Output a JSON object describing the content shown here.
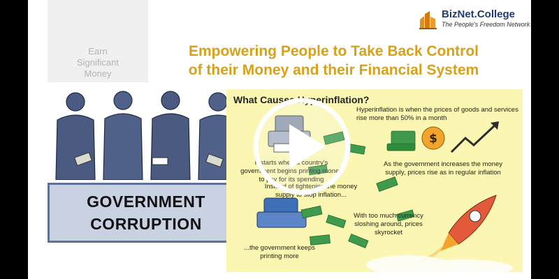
{
  "brand": {
    "name": "BizNet.College",
    "tagline": "The People's Freedom Network"
  },
  "side_tag": {
    "lines": [
      "Earn",
      "Significant",
      "Money"
    ]
  },
  "headline": {
    "line1": "Empowering People to Take Back Control",
    "line2": "of their Money and  their Financial System"
  },
  "gov_box": {
    "line1": "GOVERNMENT",
    "line2": "CORRUPTION"
  },
  "infographic": {
    "title": "What Causes Hyperinflation?",
    "definition": "Hyperinflation is when the prices of goods and services rise more than 50% in a month",
    "step1": "It starts when a country's government begins printing money to pay for its spending",
    "step2": "Instead of tightening the money supply to stop inflation...",
    "step3": "As the government increases the money supply, prices rise as in regular inflation",
    "step4": "With too much currency sloshing around, prices skyrocket",
    "step5": "...the government keeps printing more"
  },
  "colors": {
    "headline": "#d6a21c",
    "gov_box_bg": "#c8d2e2",
    "gov_box_border": "#5f7194",
    "panel_bg": "#fbf6b2",
    "money_green": "#3f9a4c"
  },
  "icons": {
    "play": "play-icon",
    "logo": "building-logo-icon"
  }
}
